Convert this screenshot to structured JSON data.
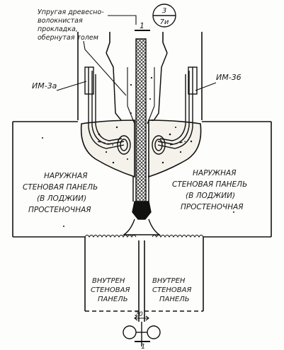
{
  "drawing": {
    "leader_note": [
      "Упругая древесно-",
      "волокнистая",
      "прокладка,",
      "обернутая толем"
    ],
    "detail_ref": {
      "top": "3",
      "bottom": "7и"
    },
    "section_mark": "1",
    "embedded_left": "ИМ-3а",
    "embedded_right": "ИМ-36",
    "outer_panel_left": [
      "НАРУЖНАЯ",
      "СТЕНОВАЯ ПАНЕЛЬ",
      "(В ЛОДЖИИ)",
      "ПРОСТЕНОЧНАЯ"
    ],
    "outer_panel_right": [
      "НАРУЖНАЯ",
      "СТЕНОВАЯ ПАНЕЛЬ",
      "(В ЛОДЖИИ)",
      "ПРОСТЕНОЧНАЯ"
    ],
    "inner_panel_left": [
      "ВНУТРЕН",
      "СТЕНОВАЯ",
      "ПАНЕЛЬ"
    ],
    "inner_panel_right": [
      "ВНУТРЕН",
      "СТЕНОВАЯ",
      "ПАНЕЛЬ"
    ],
    "gap_dim": "20"
  }
}
